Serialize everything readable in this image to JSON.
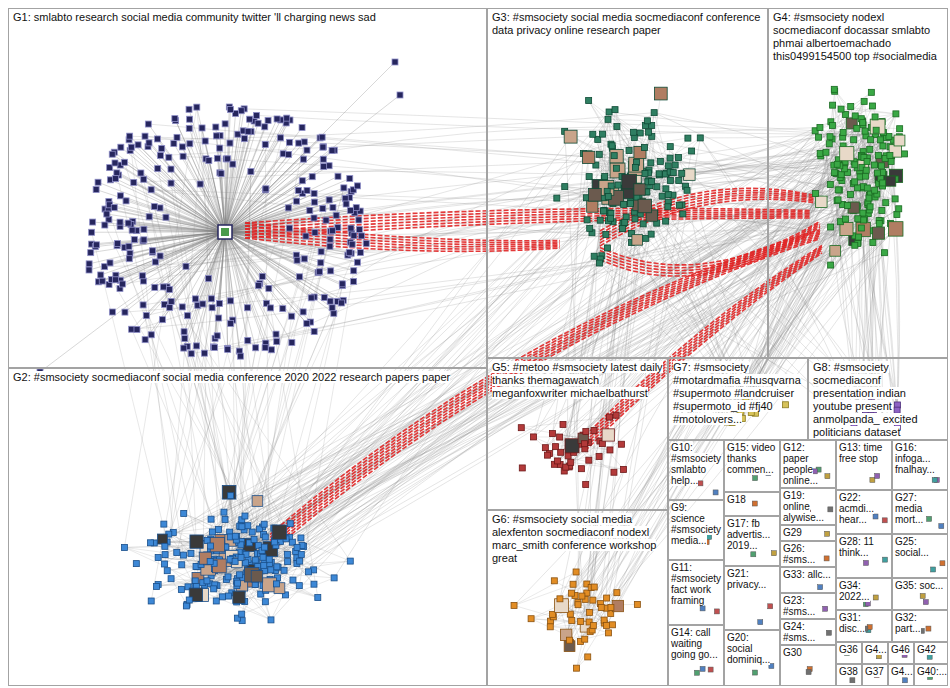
{
  "diagram": {
    "nodes": [
      {
        "text": [
          "G1: smlabto research social media community twitter 'll charging news sad"
        ]
      },
      {
        "text": [
          "G3: #smsociety social media socmediaconf conference data privacy online research paper"
        ]
      },
      {
        "text": [
          "G4: #smsociety nodexl socmediaconf docassar smlabto phmai albertoemachado this0499154500 top #socialmedia"
        ]
      },
      {
        "text": [
          "G2: #smsociety socmediaconf social media conference 2020 2022 research papers paper"
        ]
      },
      {
        "text": [
          "G5: #metoo #smsociety latest daily thanks themagawatch meganfoxwriter michaelbathurst"
        ]
      },
      {
        "text": [
          "G7: #smsociety #motardmafia #husqvarna #supermoto #landcruiser #supermoto_id #fj40 #motolovers..."
        ]
      },
      {
        "text": [
          "G8: #smsociety socmediaconf presentation indian youtube present anmolpanda_ excited politicians dataset"
        ]
      },
      {
        "text": [
          "G6: #smsociety social media alexfenton socmediaconf nodexl marc_smith conference workshop great"
        ]
      },
      {
        "text": [
          "G10: #smsociety smlabto help..."
        ]
      },
      {
        "text": [
          "G15: video thanks commen..."
        ]
      },
      {
        "text": [
          "G12: paper people online..."
        ]
      },
      {
        "text": [
          "G13: time free stop"
        ]
      },
      {
        "text": [
          "G16: infoga... fnalhay..."
        ]
      },
      {
        "text": [
          "G9: science #smsociety media..."
        ]
      },
      {
        "text": [
          "G18"
        ]
      },
      {
        "text": [
          "G19: online alywise..."
        ]
      },
      {
        "text": [
          "G22: acmdi... hear..."
        ]
      },
      {
        "text": [
          "G27: media mort..."
        ]
      },
      {
        "text": [
          "G17: fb advertis... 2019..."
        ]
      },
      {
        "text": [
          "G29"
        ]
      },
      {
        "text": [
          "G28: 11 think..."
        ]
      },
      {
        "text": [
          "G25: social..."
        ]
      },
      {
        "text": [
          "G26: #sms..."
        ]
      },
      {
        "text": [
          "G11: #smsociety fact work framing"
        ]
      },
      {
        "text": [
          "G21: privacy..."
        ]
      },
      {
        "text": [
          "G33: allc..."
        ]
      },
      {
        "text": [
          "G34: 2022..."
        ]
      },
      {
        "text": [
          "G35: soc..."
        ]
      },
      {
        "text": [
          "G23: #sms..."
        ]
      },
      {
        "text": [
          "G31: disc..."
        ]
      },
      {
        "text": [
          "G32: part..."
        ]
      },
      {
        "text": [
          "G24: #sms..."
        ]
      },
      {
        "text": [
          "G14: call waiting going go..."
        ]
      },
      {
        "text": [
          "G20: social dominiq..."
        ]
      },
      {
        "text": [
          "G36"
        ]
      },
      {
        "text": [
          "G4..."
        ]
      },
      {
        "text": [
          "G46"
        ]
      },
      {
        "text": [
          "G42"
        ]
      },
      {
        "text": [
          "G30"
        ]
      },
      {
        "text": [
          "G38"
        ]
      },
      {
        "text": [
          "G37"
        ]
      },
      {
        "text": [
          "G4..."
        ]
      },
      {
        "text": [
          "G40:..."
        ]
      }
    ]
  }
}
